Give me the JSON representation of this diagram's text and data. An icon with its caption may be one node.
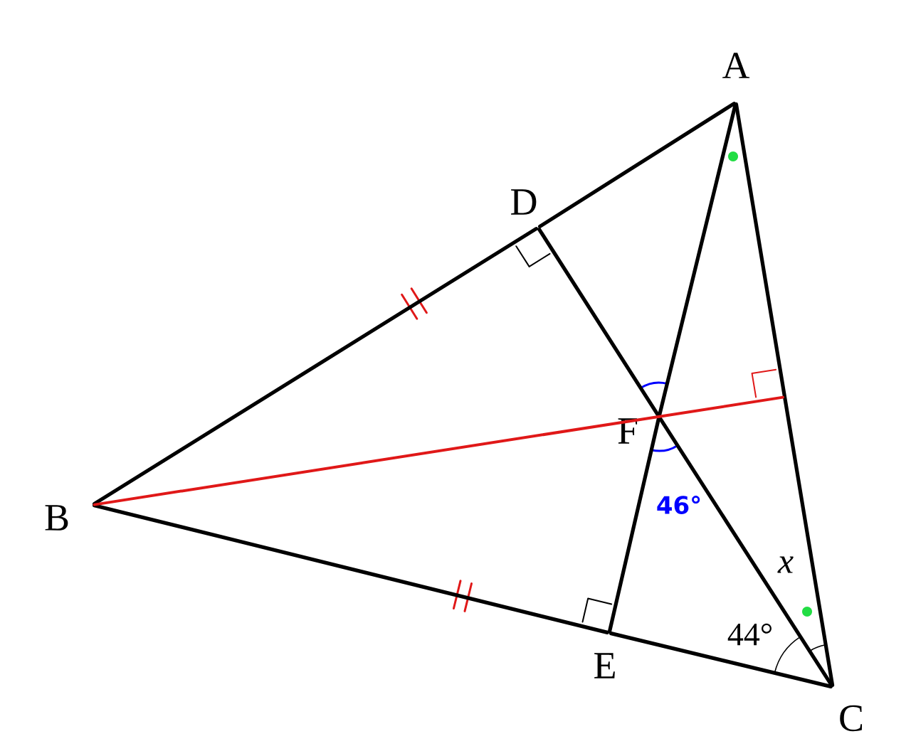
{
  "diagram": {
    "nodes": [
      {
        "text": [
          "A"
        ]
      },
      {
        "text": [
          "B"
        ]
      },
      {
        "text": [
          "C"
        ]
      },
      {
        "text": [
          "D"
        ]
      },
      {
        "text": [
          "E"
        ]
      },
      {
        "text": [
          "F"
        ]
      },
      {
        "text": [],
        "shape": "box"
      }
    ],
    "edges": [
      {
        "from": 0,
        "to": 3,
        "arrow": "none"
      },
      {
        "from": 3,
        "to": 1,
        "arrow": "none"
      },
      {
        "from": 1,
        "to": 4,
        "arrow": "none"
      },
      {
        "from": 4,
        "to": 2,
        "arrow": "none"
      },
      {
        "from": 2,
        "to": 0,
        "arrow": "none"
      },
      {
        "from": 3,
        "to": 5,
        "arrow": "none"
      },
      {
        "from": 5,
        "to": 2,
        "arrow": "none"
      },
      {
        "from": 0,
        "to": 5,
        "arrow": "none"
      },
      {
        "from": 5,
        "to": 4,
        "arrow": "none"
      },
      {
        "from": 1,
        "to": 6,
        "arrow": "none",
        "color": "#e01818"
      }
    ],
    "labels": [
      "46°",
      "x",
      "44°"
    ]
  }
}
